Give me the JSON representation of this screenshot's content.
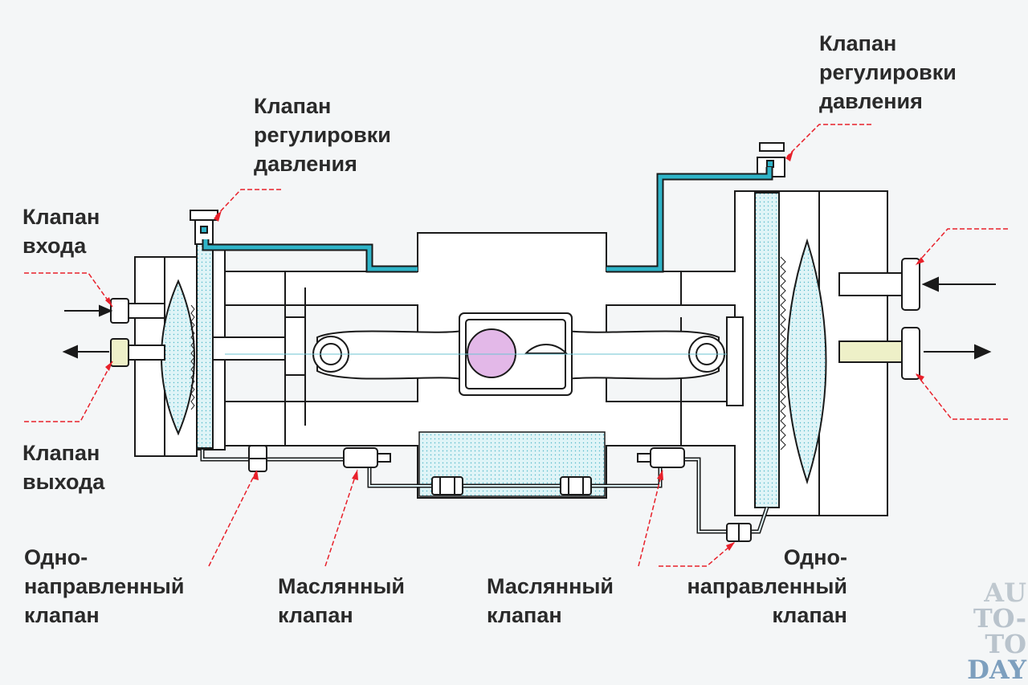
{
  "labels": {
    "pressure_valve_left": [
      "Клапан",
      "регулировки",
      "давления"
    ],
    "pressure_valve_right": [
      "Клапан",
      "регулировки",
      "давления"
    ],
    "inlet_valve": [
      "Клапан",
      "входа"
    ],
    "outlet_valve": [
      "Клапан",
      "выхода"
    ],
    "check_valve_left": [
      "Одно-",
      "направленный",
      "клапан"
    ],
    "oil_valve_left": [
      "Маслянный",
      "клапан"
    ],
    "oil_valve_right": [
      "Маслянный",
      "клапан"
    ],
    "check_valve_right": [
      "Одно-",
      "направленный",
      "клапан"
    ]
  },
  "watermark": [
    "AU",
    "TO-TO",
    "DAY"
  ],
  "colors": {
    "outline": "#1a1a1a",
    "oil_channel": "#2fb4c8",
    "oil_fill": "#cfeff4",
    "leader": "#e8202a",
    "crank_pin": "#e3b8e8"
  }
}
